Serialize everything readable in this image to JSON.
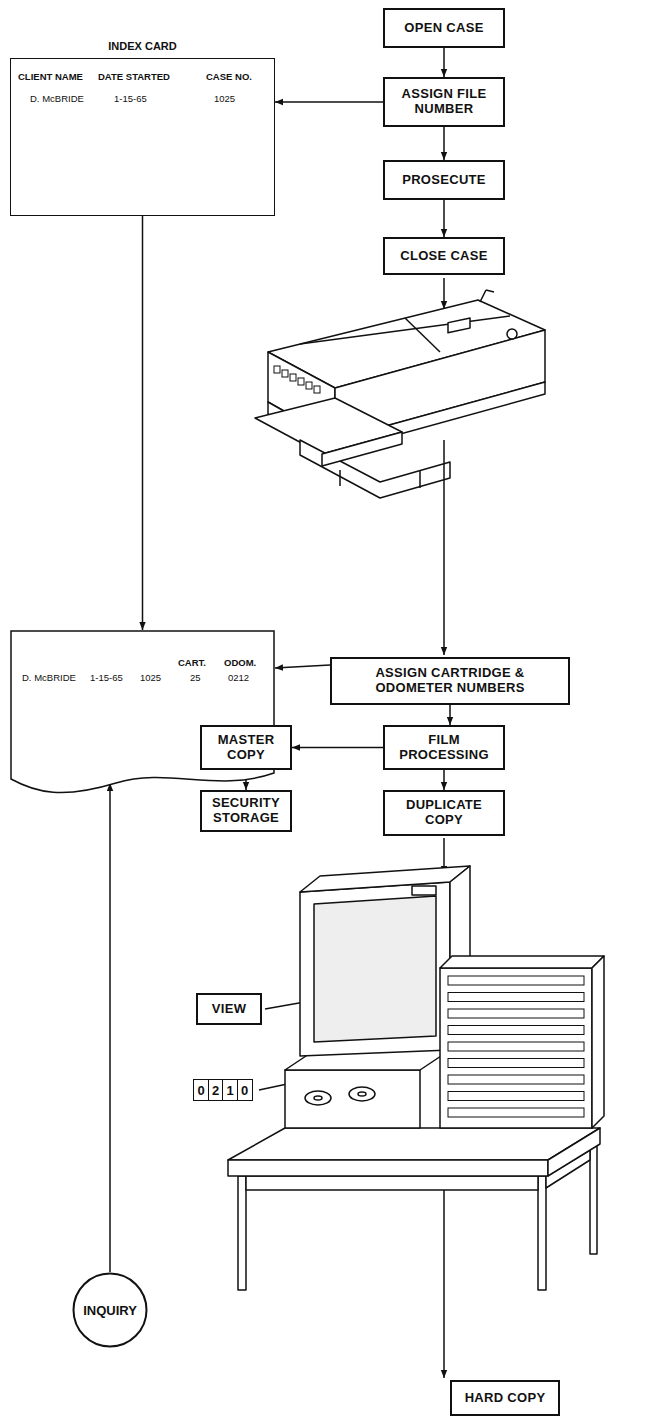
{
  "diagram": {
    "nodes": [
      {
        "text": [
          "INDEX CARD",
          "CLIENT NAME",
          "DATE STARTED",
          "CASE NO.",
          "D. McBRIDE",
          "1-15-65",
          "1025"
        ]
      },
      {
        "text": [
          "OPEN CASE"
        ]
      },
      {
        "text": [
          "ASSIGN FILE NUMBER"
        ]
      },
      {
        "text": [
          "PROSECUTE"
        ]
      },
      {
        "text": [
          "CLOSE CASE"
        ]
      },
      {
        "text": [
          "CART.",
          "ODOM.",
          "D. McBRIDE",
          "1-15-65",
          "1025",
          "25",
          "0212"
        ]
      },
      {
        "text": [
          "ASSIGN CARTRIDGE & ODOMETER NUMBERS"
        ]
      },
      {
        "text": [
          "MASTER COPY"
        ]
      },
      {
        "text": [
          "FILM PROCESSING"
        ]
      },
      {
        "text": [
          "SECURITY STORAGE"
        ]
      },
      {
        "text": [
          "DUPLICATE COPY"
        ]
      },
      {
        "text": [
          "VIEW"
        ]
      },
      {
        "text": [
          "0",
          "2",
          "1",
          "0"
        ]
      },
      {
        "text": [
          "INQUIRY"
        ]
      },
      {
        "text": [
          "HARD COPY"
        ]
      }
    ],
    "edges": [
      {
        "from": 1,
        "to": 2,
        "arrow": "to"
      },
      {
        "from": 2,
        "to": 0,
        "arrow": "to"
      },
      {
        "from": 2,
        "to": 3,
        "arrow": "to"
      },
      {
        "from": 3,
        "to": 4,
        "arrow": "to"
      },
      {
        "from": 0,
        "to": 5,
        "arrow": "to"
      },
      {
        "from": 6,
        "to": 5,
        "arrow": "to"
      },
      {
        "from": 6,
        "to": 8,
        "arrow": "to"
      },
      {
        "from": 8,
        "to": 7,
        "arrow": "to"
      },
      {
        "from": 7,
        "to": 9,
        "arrow": "to"
      },
      {
        "from": 8,
        "to": 10,
        "arrow": "to"
      },
      {
        "from": 13,
        "to": 5,
        "arrow": "to"
      }
    ]
  }
}
